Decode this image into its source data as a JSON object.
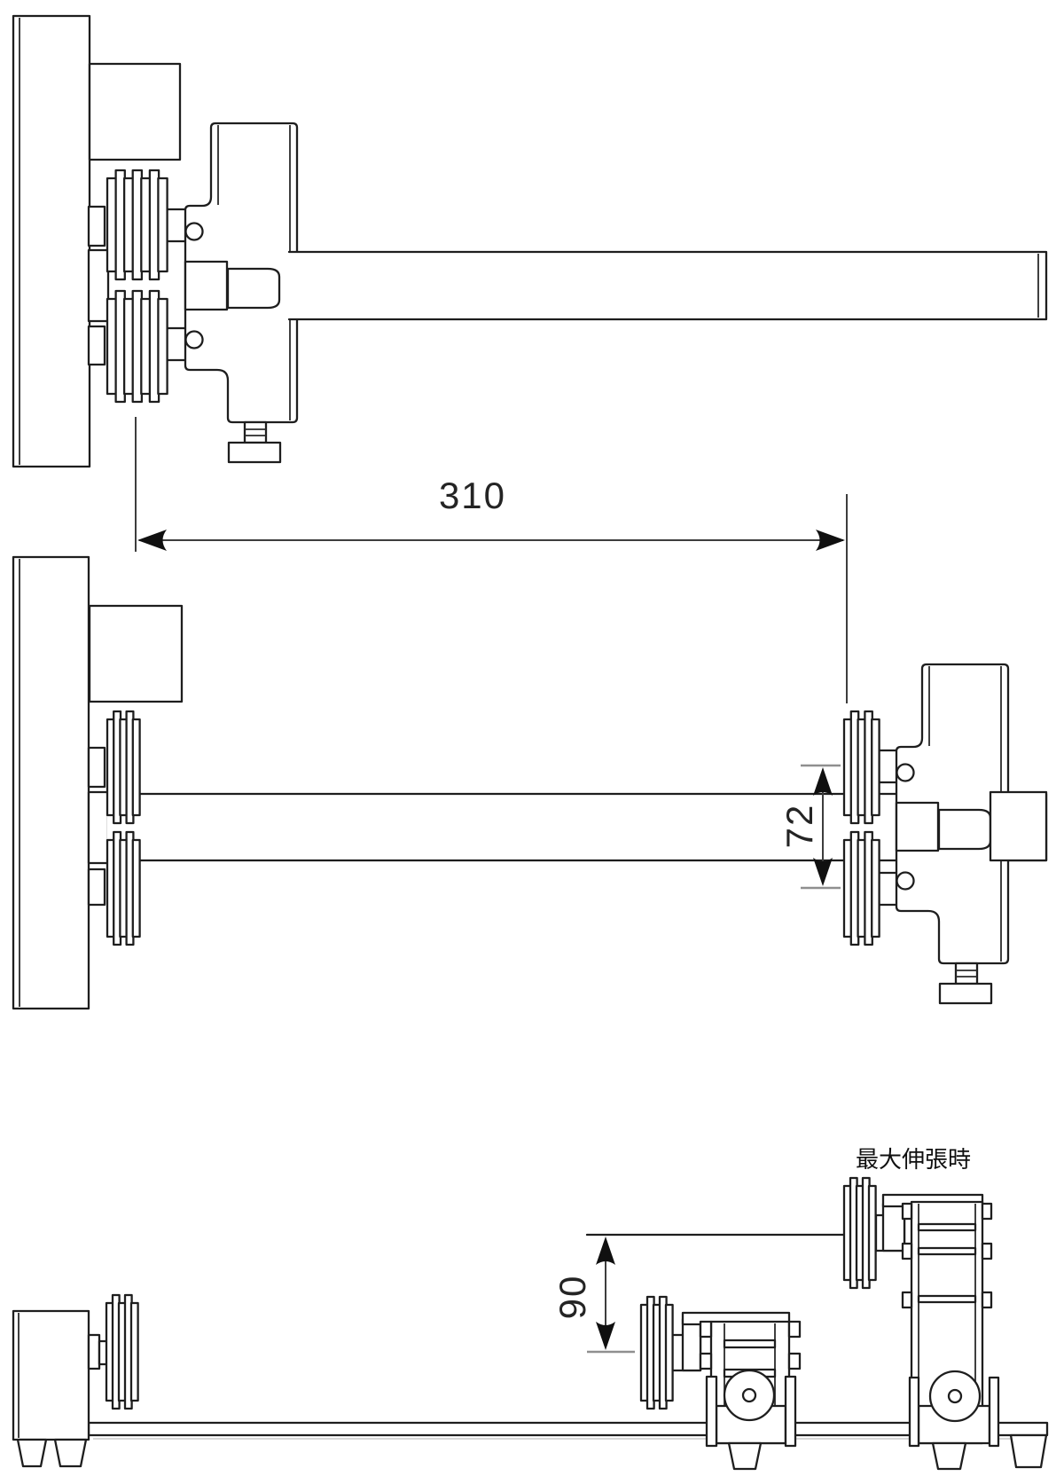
{
  "meta": {
    "type": "technical-drawing",
    "background": "#ffffff",
    "line_color": "#1e1e1e",
    "views": [
      "retracted-plan",
      "extended-plan",
      "side-elevation"
    ]
  },
  "dimensions": {
    "extension_width": "310",
    "disc_spacing": "72",
    "extension_height": "90"
  },
  "annotations": {
    "max_extension": "最大伸張時"
  }
}
